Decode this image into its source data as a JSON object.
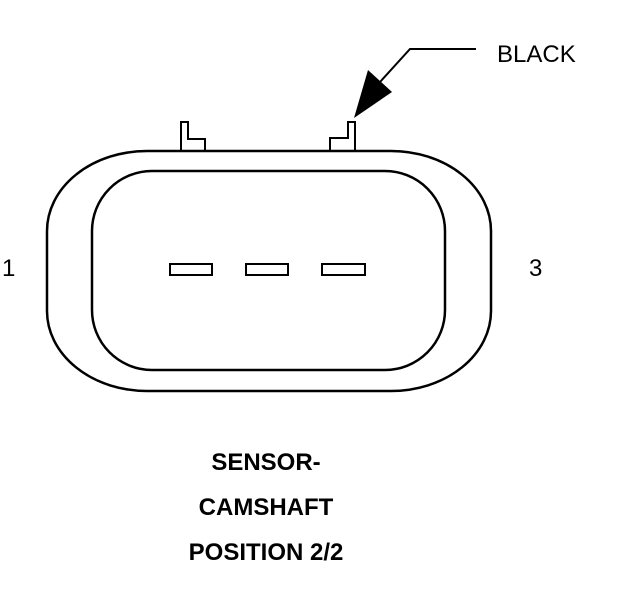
{
  "connector": {
    "color_label": "BLACK",
    "pins": {
      "left": "1",
      "right": "3"
    },
    "terminal_count": 3
  },
  "title": {
    "line1": "SENSOR-",
    "line2": "CAMSHAFT",
    "line3": "POSITION 2/2"
  },
  "colors": {
    "line": "#000000",
    "background": "#ffffff"
  }
}
